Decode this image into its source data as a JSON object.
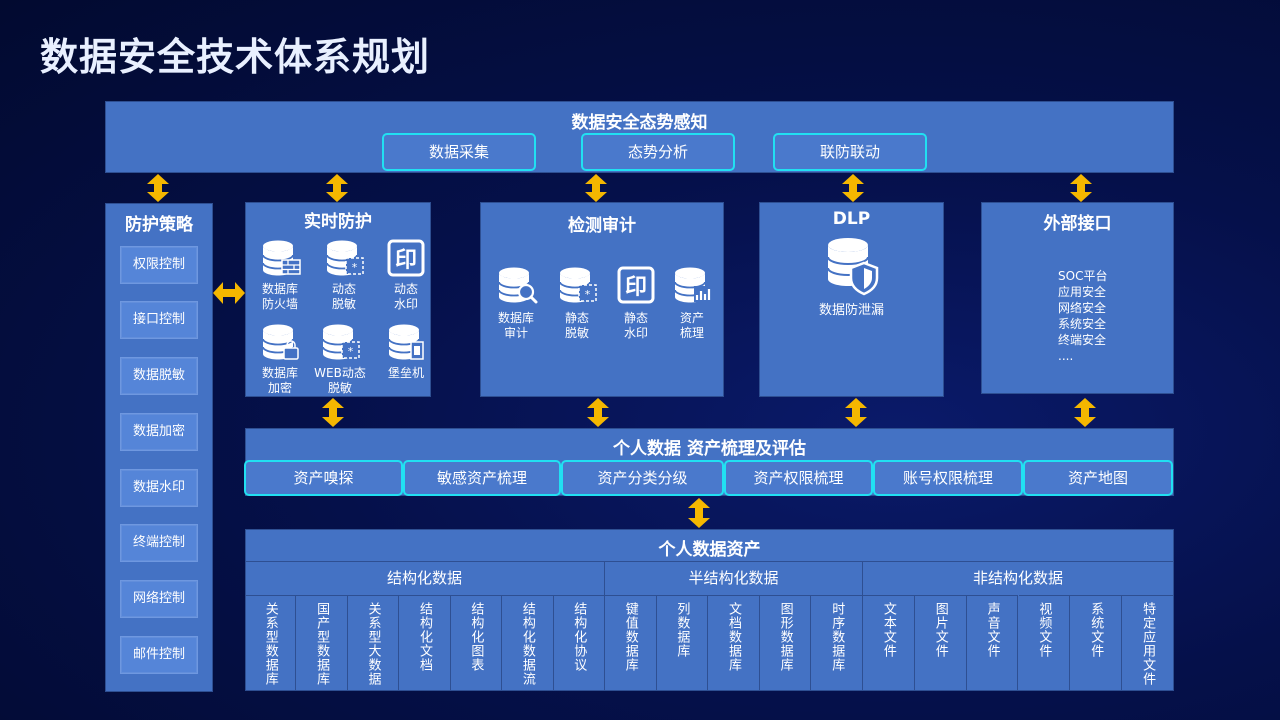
{
  "title": "数据安全技术体系规划",
  "top": {
    "title": "数据安全态势感知",
    "pills": [
      "数据采集",
      "态势分析",
      "联防联动"
    ]
  },
  "left": {
    "title": "防护策略",
    "items": [
      "权限控制",
      "接口控制",
      "数据脱敏",
      "数据加密",
      "数据水印",
      "终端控制",
      "网络控制",
      "邮件控制"
    ]
  },
  "realtime": {
    "title": "实时防护",
    "items": [
      {
        "icon": "database-firewall-icon",
        "label": "数据库\n防火墙"
      },
      {
        "icon": "database-mask-icon",
        "label": "动态\n脱敏"
      },
      {
        "icon": "stamp-icon",
        "label": "动态\n水印"
      },
      {
        "icon": "database-lock-icon",
        "label": "数据库\n加密"
      },
      {
        "icon": "database-mask-icon",
        "label": "WEB动态\n脱敏"
      },
      {
        "icon": "database-bastion-icon",
        "label": "堡垒机"
      }
    ]
  },
  "audit": {
    "title": "检测审计",
    "items": [
      {
        "icon": "database-search-icon",
        "label": "数据库\n审计"
      },
      {
        "icon": "database-mask-icon",
        "label": "静态\n脱敏"
      },
      {
        "icon": "stamp-icon",
        "label": "静态\n水印"
      },
      {
        "icon": "database-chart-icon",
        "label": "资产\n梳理"
      }
    ]
  },
  "dlp": {
    "title": "DLP",
    "label": "数据防泄漏",
    "icon": "database-shield-icon"
  },
  "external": {
    "title": "外部接口",
    "items": [
      "SOC平台",
      "应用安全",
      "网络安全",
      "系统安全",
      "终端安全",
      "...."
    ]
  },
  "assess": {
    "title": "个人数据 资产梳理及评估",
    "pills": [
      "资产嗅探",
      "敏感资产梳理",
      "资产分类分级",
      "资产权限梳理",
      "账号权限梳理",
      "资产地图"
    ]
  },
  "assets": {
    "title": "个人数据资产",
    "groups": [
      {
        "title": "结构化数据",
        "items": [
          "关系型数据库",
          "国产型数据库",
          "关系型大数据",
          "结构化文档",
          "结构化图表",
          "结构化数据流",
          "结构化协议"
        ]
      },
      {
        "title": "半结构化数据",
        "items": [
          "键值数据库",
          "列数据库",
          "文档数据库",
          "图形数据库",
          "时序数据库"
        ]
      },
      {
        "title": "非结构化数据",
        "items": [
          "文本文件",
          "图片文件",
          "声音文件",
          "视频文件",
          "系统文件",
          "特定应用文件"
        ]
      }
    ]
  },
  "colors": {
    "panel": "#4472c4",
    "pill_border": "#21e0f2",
    "arrow": "#f5b700"
  }
}
